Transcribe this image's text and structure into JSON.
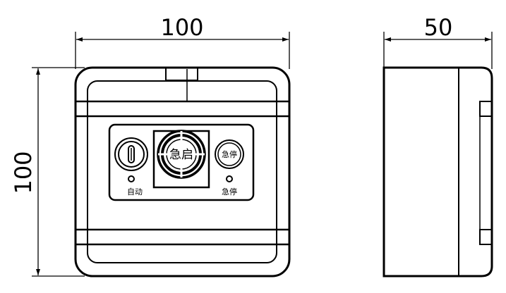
{
  "dimensions": {
    "front_width": "100",
    "front_height": "100",
    "side_depth": "50"
  },
  "panel": {
    "emergency_start_button": "急启",
    "emergency_stop_button": "急停",
    "auto_label": "自动",
    "stop_label": "急停"
  },
  "colors": {
    "line": "#000000",
    "background": "#ffffff"
  }
}
